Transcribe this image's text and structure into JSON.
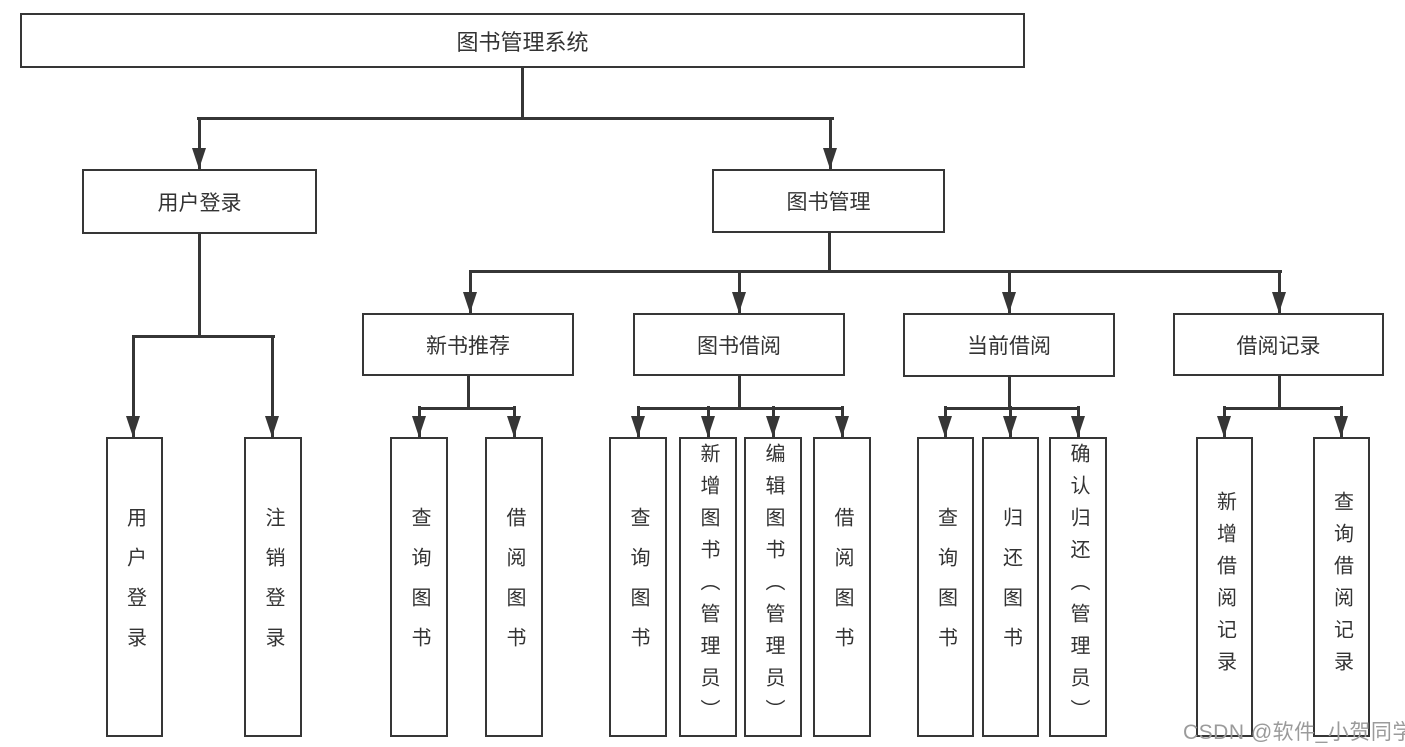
{
  "tree": {
    "root": {
      "label": "图书管理系统"
    },
    "level2": [
      {
        "label": "用户登录"
      },
      {
        "label": "图书管理"
      }
    ],
    "level3": [
      {
        "label": "新书推荐"
      },
      {
        "label": "图书借阅"
      },
      {
        "label": "当前借阅"
      },
      {
        "label": "借阅记录"
      }
    ],
    "leaf_groups": [
      {
        "parent": "用户登录",
        "items": [
          "用户登录",
          "注销登录"
        ]
      },
      {
        "parent": "新书推荐",
        "items": [
          "查询图书",
          "借阅图书"
        ]
      },
      {
        "parent": "图书借阅",
        "items": [
          "查询图书",
          "新增图书（管理员）",
          "编辑图书（管理员）",
          "借阅图书"
        ]
      },
      {
        "parent": "当前借阅",
        "items": [
          "查询图书",
          "归还图书",
          "确认归还（管理员）"
        ]
      },
      {
        "parent": "借阅记录",
        "items": [
          "新增借阅记录",
          "查询借阅记录"
        ]
      }
    ]
  },
  "watermark": "CSDN @软件_小贺同学",
  "colors": {
    "line": "#363636",
    "text": "#333333",
    "background": "#ffffff",
    "watermark": "#9b9b9b"
  }
}
